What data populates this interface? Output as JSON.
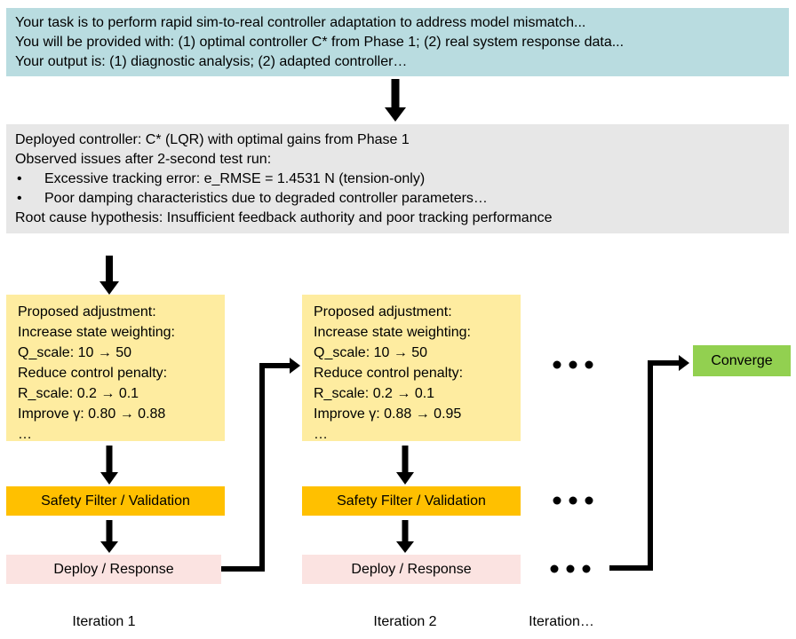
{
  "task_box": {
    "lines": [
      "Your task is to perform rapid sim-to-real controller adaptation to address model mismatch...",
      "You will be provided with: (1) optimal controller C* from Phase 1; (2) real system response data...",
      "Your output is: (1) diagnostic analysis; (2) adapted controller…"
    ]
  },
  "diagnosis_box": {
    "lines": [
      {
        "bullet": "",
        "text": "Deployed controller: C* (LQR) with optimal gains from Phase 1"
      },
      {
        "bullet": "",
        "text": "Observed issues after 2-second test run:"
      },
      {
        "bullet": "•",
        "text": "Excessive tracking error: e_RMSE = 1.4531 N (tension-only)"
      },
      {
        "bullet": "•",
        "text": "Poor damping characteristics due to degraded controller parameters…"
      },
      {
        "bullet": "",
        "text": "Root cause hypothesis: Insufficient feedback authority and poor tracking performance"
      }
    ]
  },
  "iteration1": {
    "proposal_lines": [
      "Proposed adjustment:",
      "Increase state weighting:",
      "Q_scale: 10 → 50",
      "Reduce control penalty:",
      "R_scale: 0.2 → 0.1",
      "Improve γ: 0.80 → 0.88",
      "…"
    ],
    "safety_label": "Safety Filter / Validation",
    "deploy_label": "Deploy / Response",
    "caption": "Iteration 1"
  },
  "iteration2": {
    "proposal_lines": [
      "Proposed adjustment:",
      "Increase state weighting:",
      "Q_scale: 10 → 50",
      "Reduce control penalty:",
      "R_scale: 0.2 → 0.1",
      "Improve γ: 0.88 → 0.95",
      "…"
    ],
    "safety_label": "Safety Filter / Validation",
    "deploy_label": "Deploy / Response",
    "caption": "Iteration 2"
  },
  "iteration_more": {
    "caption": "Iteration…"
  },
  "converge_label": "Converge",
  "colors": {
    "task_box_bg": "#B9DCE0",
    "diagnosis_box_bg": "#E7E7E7",
    "proposal_box_bg": "#FEECA0",
    "safety_box_bg": "#FFC000",
    "deploy_box_bg": "#FBE3E1",
    "converge_box_bg": "#92D050",
    "arrow_color": "#000000",
    "text_color": "#000000"
  }
}
